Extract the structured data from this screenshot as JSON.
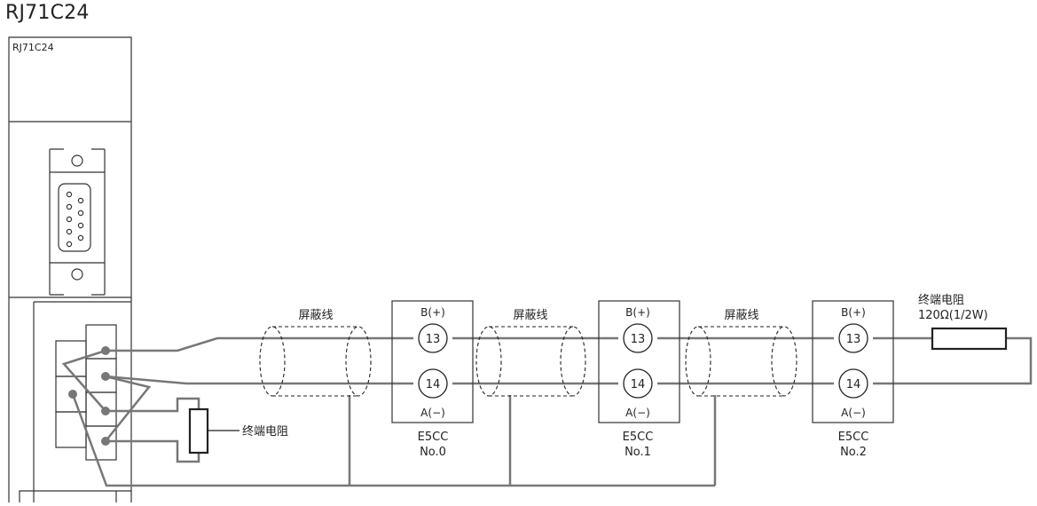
{
  "title": "RJ71C24",
  "module": {
    "label": "RJ71C24"
  },
  "devices": [
    {
      "name": "E5CC",
      "no": "No.0",
      "pin_top": "13",
      "pin_bottom": "14",
      "label_top": "B(+)",
      "label_bottom": "A(−)"
    },
    {
      "name": "E5CC",
      "no": "No.1",
      "pin_top": "13",
      "pin_bottom": "14",
      "label_top": "B(+)",
      "label_bottom": "A(−)"
    },
    {
      "name": "E5CC",
      "no": "No.2",
      "pin_top": "13",
      "pin_bottom": "14",
      "label_top": "B(+)",
      "label_bottom": "A(−)"
    }
  ],
  "shields": [
    "屏蔽线",
    "屏蔽线",
    "屏蔽线"
  ],
  "terminator_left": {
    "label": "终端电阻"
  },
  "terminator_right": {
    "label": "终端电阻",
    "value": "120Ω(1/2W)"
  },
  "colors": {
    "wire": "#777777",
    "outline": "#333333",
    "background": "#ffffff"
  }
}
